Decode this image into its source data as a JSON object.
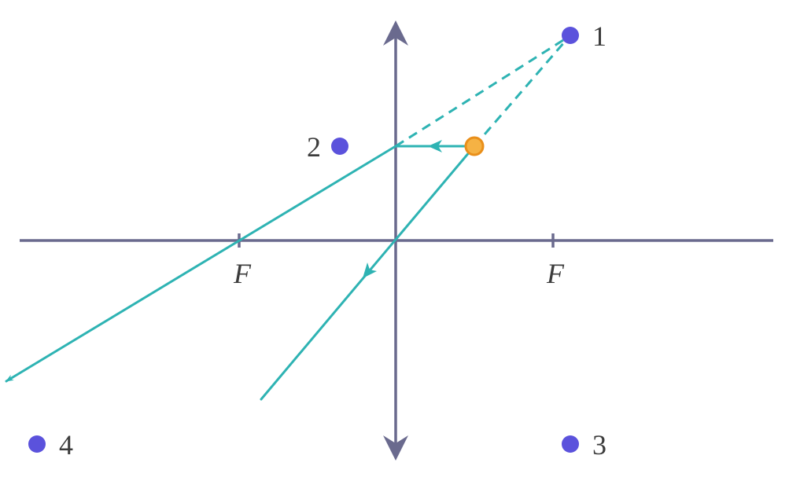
{
  "colors": {
    "axis": "#6a6a8e",
    "ray": "#2eb3b3",
    "point": "#5b52dc",
    "object_fill": "#f5b244",
    "object_stroke": "#e98f1a",
    "text": "#3c3c3c"
  },
  "focal_labels": {
    "left": "F",
    "right": "F"
  },
  "candidate_points": [
    {
      "label": "1"
    },
    {
      "label": "2"
    },
    {
      "label": "3"
    },
    {
      "label": "4"
    }
  ]
}
